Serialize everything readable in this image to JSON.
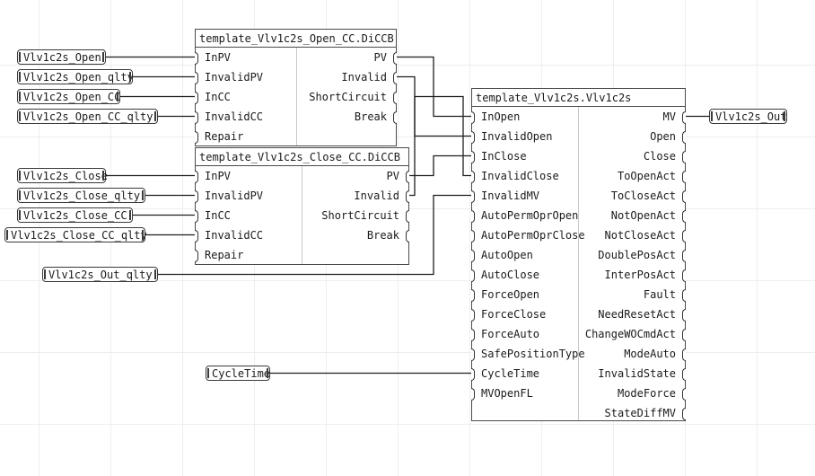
{
  "blocks": {
    "open_cc": {
      "title": "template_Vlv1c2s_Open_CC.DiCCB",
      "inputs": [
        "InPV",
        "InvalidPV",
        "InCC",
        "InvalidCC",
        "Repair"
      ],
      "outputs": [
        "PV",
        "Invalid",
        "ShortCircuit",
        "Break"
      ]
    },
    "close_cc": {
      "title": "template_Vlv1c2s_Close_CC.DiCCB",
      "inputs": [
        "InPV",
        "InvalidPV",
        "InCC",
        "InvalidCC",
        "Repair"
      ],
      "outputs": [
        "PV",
        "Invalid",
        "ShortCircuit",
        "Break"
      ]
    },
    "valve": {
      "title": "template_Vlv1c2s.Vlv1c2s",
      "inputs": [
        "InOpen",
        "InvalidOpen",
        "InClose",
        "InvalidClose",
        "InvalidMV",
        "AutoPermOprOpen",
        "AutoPermOprClose",
        "AutoOpen",
        "AutoClose",
        "ForceOpen",
        "ForceClose",
        "ForceAuto",
        "SafePositionType",
        "CycleTime",
        "MVOpenFL"
      ],
      "outputs": [
        "MV",
        "Open",
        "Close",
        "ToOpenAct",
        "ToCloseAct",
        "NotOpenAct",
        "NotCloseAct",
        "DoublePosAct",
        "InterPosAct",
        "Fault",
        "NeedResetAct",
        "ChangeWOCmdAct",
        "ModeAuto",
        "InvalidState",
        "ModeForce",
        "StateDiffMV"
      ]
    }
  },
  "variables": {
    "open": "Vlv1c2s_Open",
    "open_qlty": "Vlv1c2s_Open_qlty",
    "open_cc": "Vlv1c2s_Open_CC",
    "open_cc_qlty": "Vlv1c2s_Open_CC_qlty",
    "close": "Vlv1c2s_Close",
    "close_qlty": "Vlv1c2s_Close_qlty",
    "close_cc": "Vlv1c2s_Close_CC",
    "close_cc_qlty": "Vlv1c2s_Close_CC_qlty",
    "out_qlty": "Vlv1c2s_Out_qlty",
    "cycle_time": "CycleTime",
    "out": "Vlv1c2s_Out"
  }
}
